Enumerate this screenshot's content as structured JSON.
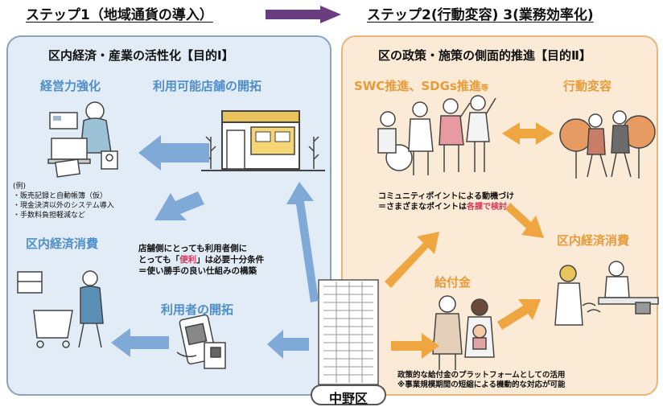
{
  "header": {
    "step1": "ステップ1（地域通貨の導入）",
    "step2": "ステップ2(行動変容) 3(業務効率化)"
  },
  "left": {
    "title": "区内経済・産業の活性化【目的Ⅰ】",
    "management": "経営力強化",
    "stores": "利用可能店舗の開拓",
    "examples": [
      "(例)",
      "・販売記録と自動帳簿（仮）",
      "・現金決済以外のシステム導入",
      "・手数料負担軽減など"
    ],
    "consumption": "区内経済消費",
    "users": "利用者の開拓",
    "center_text": {
      "line1": "店舗側にとっても利用者側に",
      "line2_a": "とっても「",
      "line2_hl": "便利",
      "line2_b": "」は必要十分条件",
      "line3": "＝使い勝手の良い仕組みの構築"
    }
  },
  "right": {
    "title": "区の政策・施策の側面的推進【目的Ⅱ】",
    "swc": "SWC推進、SDGs推進",
    "swc_suffix": "等",
    "behavior": "行動変容",
    "points_line1": "コミュニティポイントによる動機づけ",
    "points_line2_a": "＝さまざまなポイントは",
    "points_line2_hl": "各課で検討",
    "consumption": "区内経済消費",
    "benefit": "給付金",
    "platform_line1": "政策的な給付金のプラットフォームとしての活用",
    "platform_line2": "※事業規模期間の短縮による機動的な対応が可能"
  },
  "ward": "中野区",
  "colors": {
    "blue_arrow": "#7fa9d6",
    "orange_arrow": "#f0a640",
    "purple_arrow": "#6a3c80",
    "left_bg": "#e1ecf6",
    "right_bg": "#fbebd6"
  }
}
